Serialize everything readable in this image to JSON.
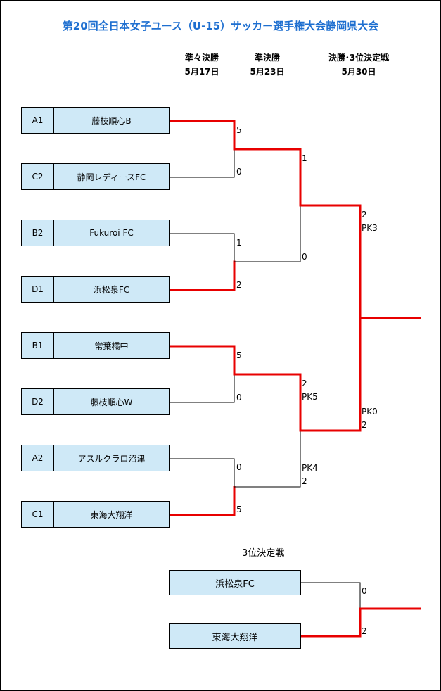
{
  "title": "第20回全日本女子ユース（U-15）サッカー選手権大会静岡県大会",
  "rounds": [
    {
      "name": "準々決勝",
      "date": "5月17日"
    },
    {
      "name": "準決勝",
      "date": "5月23日"
    },
    {
      "name": "決勝･3位決定戦",
      "date": "5月30日"
    }
  ],
  "teams": [
    {
      "seed": "A1",
      "name": "藤枝順心B"
    },
    {
      "seed": "C2",
      "name": "静岡レディースFC"
    },
    {
      "seed": "B2",
      "name": "Fukuroi FC"
    },
    {
      "seed": "D1",
      "name": "浜松泉FC"
    },
    {
      "seed": "B1",
      "name": "常葉橘中"
    },
    {
      "seed": "D2",
      "name": "藤枝順心W"
    },
    {
      "seed": "A2",
      "name": "アスルクラロ沼津"
    },
    {
      "seed": "C1",
      "name": "東海大翔洋"
    }
  ],
  "scores": {
    "qf1_a": "5",
    "qf1_b": "0",
    "qf2_a": "1",
    "qf2_b": "2",
    "qf3_a": "5",
    "qf3_b": "0",
    "qf4_a": "0",
    "qf4_b": "5",
    "sf1_a": "1",
    "sf1_b": "0",
    "sf2_a": "2",
    "sf2_a_pk": "PK5",
    "sf2_b_pk": "PK4",
    "sf2_b": "2",
    "f_a": "2",
    "f_a_pk": "PK3",
    "f_b_pk": "PK0",
    "f_b": "2",
    "third_a": "0",
    "third_b": "2"
  },
  "third_place": {
    "label": "3位決定戦",
    "teams": [
      "浜松泉FC",
      "東海大翔洋"
    ]
  },
  "colors": {
    "winner_line": "#e80000",
    "line": "#000000",
    "box": "#cfe9f7",
    "title": "#1e6fd0"
  }
}
